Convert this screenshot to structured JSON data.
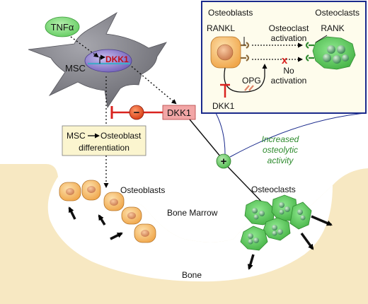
{
  "labels": {
    "tnf": "TNFα",
    "msc": "MSC",
    "dkk1_gene": "DKK1",
    "dkk1_protein": "DKK1",
    "inhibit_sign": "−",
    "diff_line1_left": "MSC",
    "diff_line1_right": "Osteoblast",
    "diff_line2": "differentiation",
    "osteoblasts_main": "Osteoblasts",
    "bone_marrow": "Bone Marrow",
    "bone": "Bone",
    "osteoclasts_main": "Osteoclasts",
    "plus_sign": "+",
    "increased_1": "Increased",
    "increased_2": "osteolytic",
    "increased_3": "activity"
  },
  "inset": {
    "osteoblasts": "Osteoblasts",
    "osteoclasts": "Osteoclasts",
    "rankl": "RANKL",
    "rank": "RANK",
    "activation_1": "Osteoclast",
    "activation_2": "activation",
    "no_activation_1": "No",
    "no_activation_2": "activation",
    "opg": "OPG",
    "dkk1": "DKK1",
    "block_mark": "x"
  },
  "colors": {
    "tnf_fill": "#7ddc7a",
    "msc_fill": "#7f7f87",
    "nucleus_fill": "#8a78c8",
    "dkk1_fill": "#f2a6a6",
    "inhibit_red": "#d9231f",
    "bone_fill": "#f7e8c2",
    "osteoblast_fill": "#f5b560",
    "osteoclast_fill": "#5fcf5f",
    "green_text": "#2e8b2e",
    "inset_border": "#1a2a8c",
    "diff_box_fill": "#fbf5cf"
  }
}
